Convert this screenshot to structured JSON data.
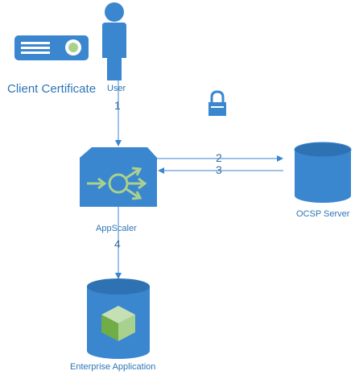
{
  "labels": {
    "client_certificate": "Client Certificate",
    "user": "User",
    "appscaler": "AppScaler",
    "ocsp_server": "OCSP Server",
    "enterprise_application": "Enterprise Application"
  },
  "steps": [
    "1",
    "2",
    "3",
    "4"
  ],
  "colors": {
    "primary": "#2e75b6",
    "fill": "#3a86cf",
    "edge": "#2f72b3",
    "accent": "#a9d18e"
  }
}
